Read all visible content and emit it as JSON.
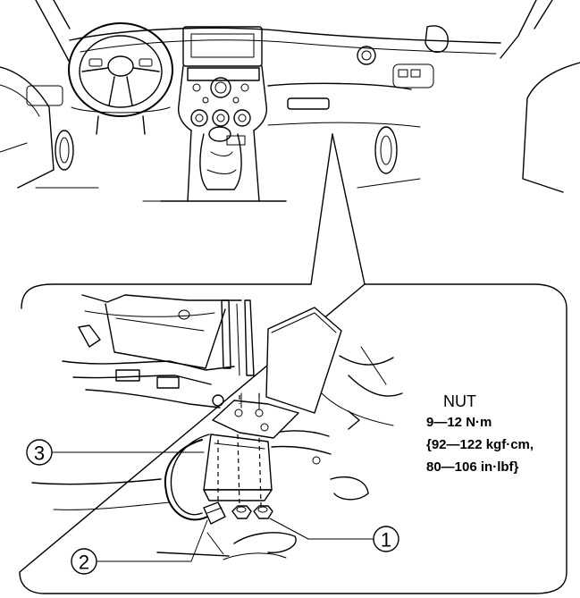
{
  "callouts": [
    {
      "id": "1",
      "label": "1"
    },
    {
      "id": "2",
      "label": "2"
    },
    {
      "id": "3",
      "label": "3"
    }
  ],
  "spec": {
    "title": "NUT",
    "line1": "9—12 N·m",
    "line2": "{92—122 kgf·cm,",
    "line3": "80—106 in·lbf}"
  },
  "colors": {
    "line": "#000000",
    "background": "#ffffff"
  }
}
